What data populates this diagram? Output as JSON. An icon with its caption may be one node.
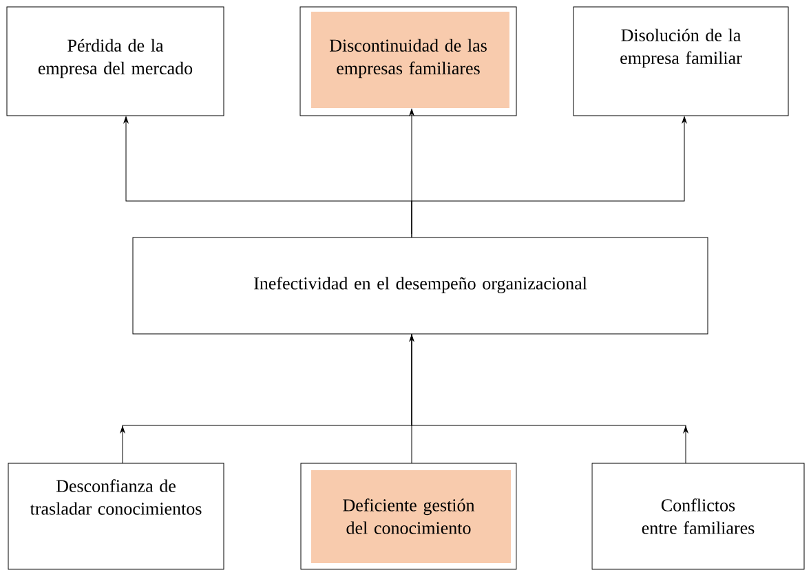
{
  "diagram": {
    "nodes": [
      {
        "text": [
          "Pérdida de la empresa del mercado"
        ]
      },
      {
        "text": [
          "Discontinuidad de las empresas familiares"
        ]
      },
      {
        "text": [
          "Disolución de la empresa familiar"
        ]
      },
      {
        "text": [
          "Inefectividad en el desempeño organizacional"
        ]
      },
      {
        "text": [
          "Desconfianza de trasladar conocimientos"
        ]
      },
      {
        "text": [
          "Deficiente gestión del conocimiento"
        ]
      },
      {
        "text": [
          "Conflictos entre familiares"
        ]
      }
    ],
    "edges": [
      {
        "from": 3,
        "to": 0,
        "arrow": "to"
      },
      {
        "from": 3,
        "to": 1,
        "arrow": "to"
      },
      {
        "from": 3,
        "to": 2,
        "arrow": "to"
      },
      {
        "from": 4,
        "to": 3,
        "arrow": "to"
      },
      {
        "from": 5,
        "to": 3,
        "arrow": "to"
      },
      {
        "from": 6,
        "to": 3,
        "arrow": "to"
      }
    ]
  }
}
